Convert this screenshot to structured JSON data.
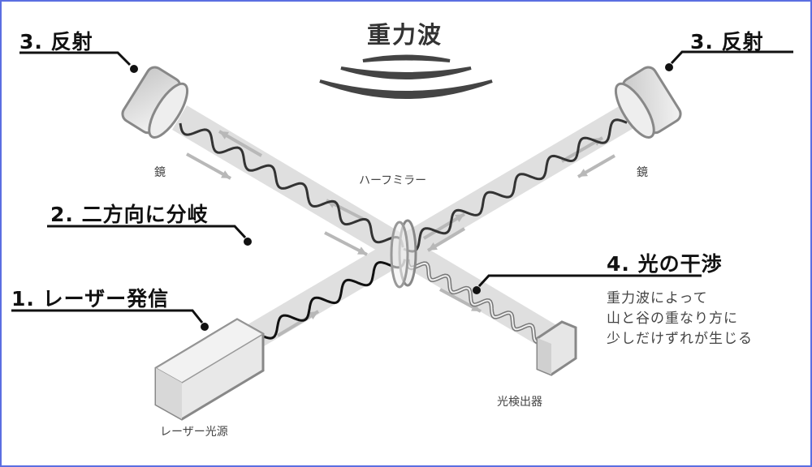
{
  "title": "重力波",
  "steps": {
    "reflect_left": "3. 反射",
    "reflect_right": "3. 反射",
    "split": "2. 二方向に分岐",
    "laser": "1. レーザー発信",
    "interference": "4. 光の干渉"
  },
  "parts": {
    "mirror_left": "鏡",
    "mirror_right": "鏡",
    "half_mirror": "ハーフミラー",
    "detector": "光検出器",
    "laser_source": "レーザー光源"
  },
  "description": [
    "重力波によって",
    "山と谷の重なり方に",
    "少しだけずれが生じる"
  ],
  "colors": {
    "border": "#5b6ee1",
    "beam": "#dcdcdc",
    "arrow": "#b8b8b8",
    "wave": "#333333",
    "text": "#111111"
  }
}
